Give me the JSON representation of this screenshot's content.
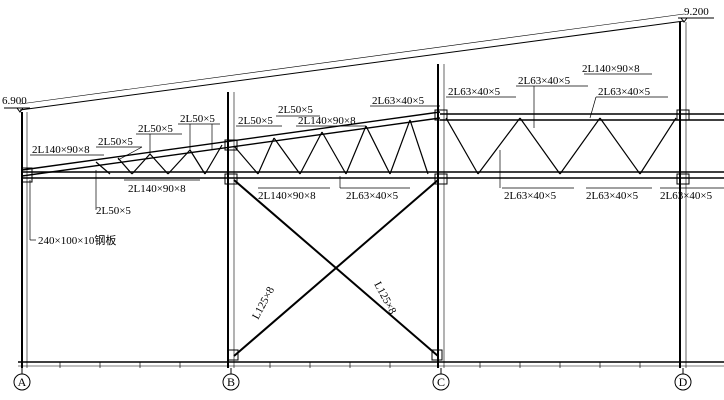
{
  "elevations": {
    "left": "6.900",
    "right": "9.200"
  },
  "axes": [
    "A",
    "B",
    "C",
    "D"
  ],
  "members": {
    "top_chord_left": "2L140×90×8",
    "web_1": "2L50×5",
    "web_2": "2L50×5",
    "web_3": "2L50×5",
    "web_4": "2L50×5",
    "web_5": "2L50×5",
    "top_chord_mid": "2L140×90×8",
    "web_6": "2L63×40×5",
    "web_7": "2L63×40×5",
    "top_chord_right": "2L140×90×8",
    "web_8": "2L63×40×5",
    "web_9": "2L63×40×5",
    "bottom_chord_1": "2L140×90×8",
    "web_10": "2L50×5",
    "bottom_chord_2": "2L140×90×8",
    "web_11": "2L63×40×5",
    "web_12": "2L63×40×5",
    "web_13": "2L63×40×5",
    "web_14": "2L63×40×5",
    "plate": "240×100×10钢板",
    "brace_left": "L125×8",
    "brace_right": "L125×8"
  }
}
